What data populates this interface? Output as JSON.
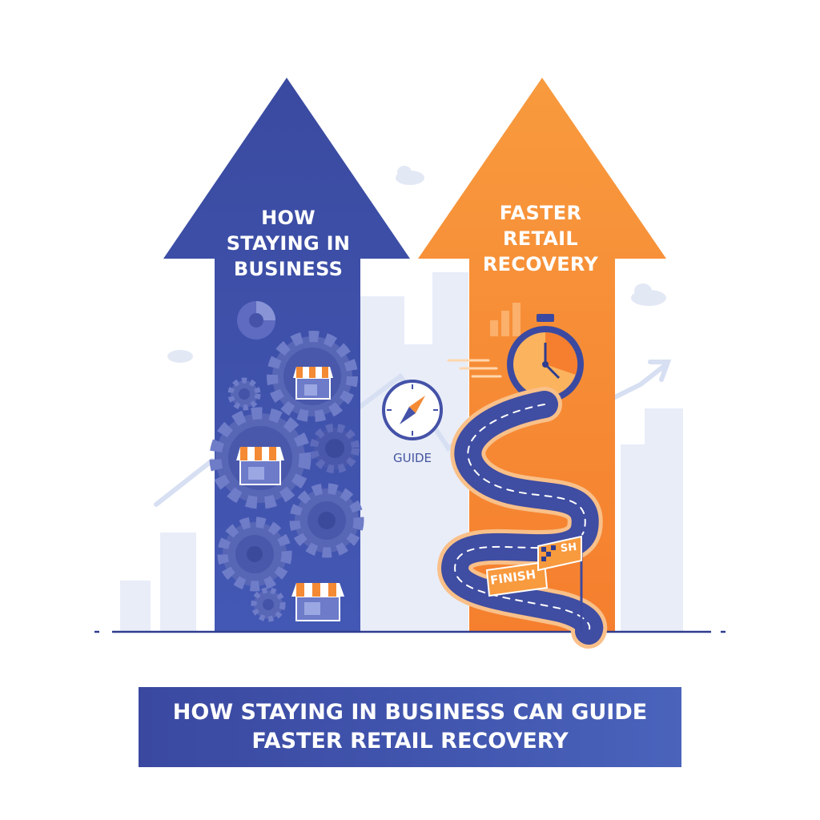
{
  "left_arrow": {
    "title_lines": [
      "HOW",
      "STAYING IN",
      "BUSINESS"
    ],
    "color": "#3f4da2"
  },
  "right_arrow": {
    "title_lines": [
      "FASTER",
      "RETAIL",
      "RECOVERY"
    ],
    "color": "#f7903a"
  },
  "compass": {
    "label": "GUIDE",
    "icon": "compass-icon"
  },
  "road": {
    "finish_label": "FINISH",
    "flag_label": "SH",
    "icon": "stopwatch-icon"
  },
  "banner": {
    "lines": [
      "HOW STAYING IN BUSINESS CAN GUIDE",
      "FASTER RETAIL RECOVERY"
    ],
    "color": "#4152aa"
  },
  "colors": {
    "blue": "#3f4da2",
    "orange": "#f7903a",
    "gear": "#5a67b8",
    "background_chart": "#e8ecf7"
  }
}
